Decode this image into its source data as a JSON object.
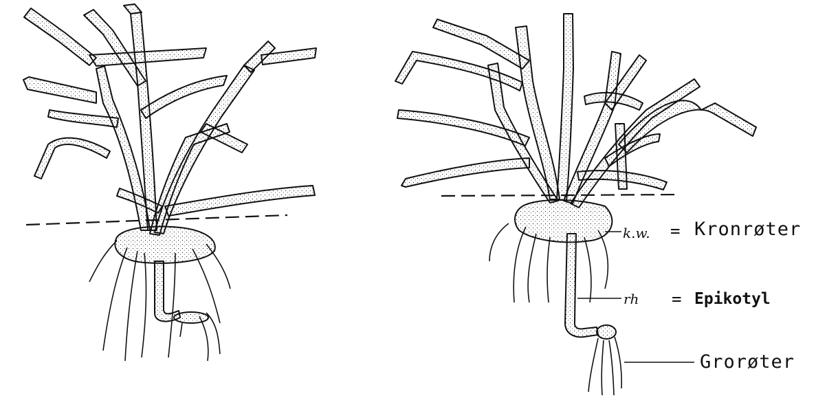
{
  "labels": {
    "crown_roots": {
      "abbr": "k.w.",
      "equals": "=",
      "name": "Kronrøter"
    },
    "epicotyl": {
      "abbr": "rh",
      "equals": "=",
      "name": "Epikotyl"
    },
    "seminal_roots": {
      "name": "Grorøter"
    }
  },
  "colors": {
    "ink": "#111111",
    "paper": "#ffffff"
  }
}
